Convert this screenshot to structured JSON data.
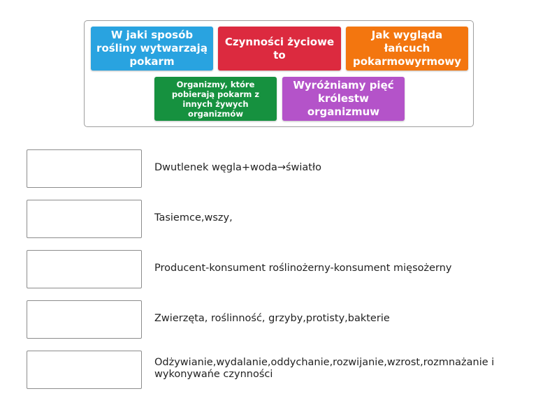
{
  "tiles": [
    {
      "label": "W jaki sposób rośliny wytwarzają pokarm",
      "color": "#29a3e0"
    },
    {
      "label": "Czynności życiowe to",
      "color": "#dc2a3f"
    },
    {
      "label": "Jak wygląda łańcuch pokarmowyrmowy",
      "color": "#f3760f"
    },
    {
      "label": "Organizmy, które pobierają pokarm z innych żywych organizmów",
      "color": "#16913f"
    },
    {
      "label": "Wyróżniamy pięć królestw organizmuw",
      "color": "#b453c9"
    }
  ],
  "rows": [
    {
      "text": "Dwutlenek węgla+woda→światło"
    },
    {
      "text": "Tasiemce,wszy,"
    },
    {
      "text": "Producent-konsument roślinożerny-konsument mięsożerny"
    },
    {
      "text": "Zwierzęta, roślinność, grzyby,protisty,bakterie"
    },
    {
      "text": "Odżywianie,wydalanie,oddychanie,rozwijanie,wzrost,rozmnażanie i wykonywańe czynności"
    }
  ]
}
